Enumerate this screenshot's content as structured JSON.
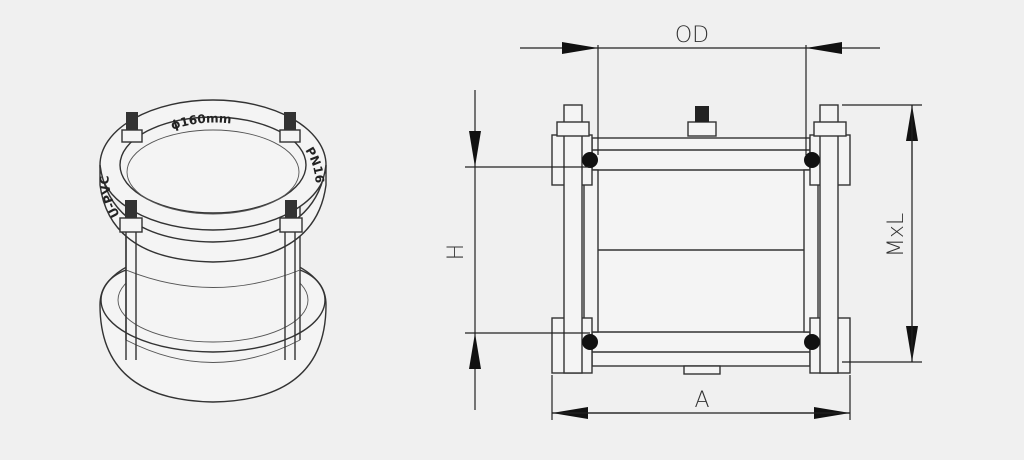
{
  "left_view": {
    "diameter_marking": "ϕ160mm",
    "material_marking": "U-PVC",
    "pressure_marking": "PN16"
  },
  "dimensions": {
    "od": "OD",
    "h": "H",
    "mxl": "MxL",
    "a": "A"
  }
}
